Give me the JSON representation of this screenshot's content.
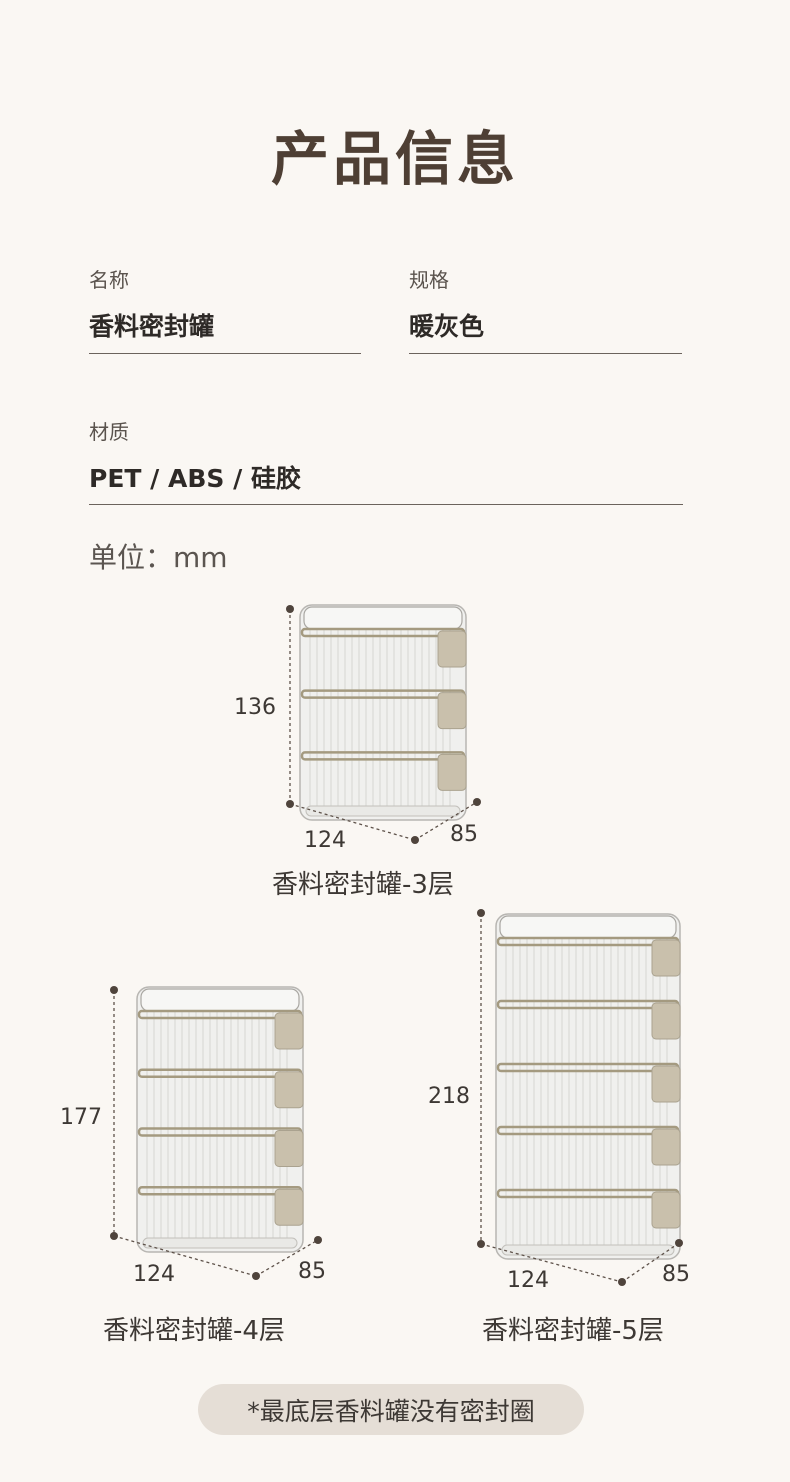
{
  "title": "产品信息",
  "fields": {
    "name": {
      "label": "名称",
      "value": "香料密封罐"
    },
    "spec": {
      "label": "规格",
      "value": "暖灰色"
    },
    "material": {
      "label": "材质",
      "value": "PET / ABS / 硅胶"
    }
  },
  "unit": "单位：mm",
  "products": [
    {
      "caption": "香料密封罐-3层",
      "height": "136",
      "width": "124",
      "depth": "85",
      "layers": 3
    },
    {
      "caption": "香料密封罐-4层",
      "height": "177",
      "width": "124",
      "depth": "85",
      "layers": 4
    },
    {
      "caption": "香料密封罐-5层",
      "height": "218",
      "width": "124",
      "depth": "85",
      "layers": 5
    }
  ],
  "note": "*最底层香料罐没有密封圈",
  "colors": {
    "title": "#4e3f34",
    "background": "#faf7f3",
    "latch": "#c9c0ac",
    "rim": "#a49a80",
    "note_bg": "#e5ded6"
  }
}
